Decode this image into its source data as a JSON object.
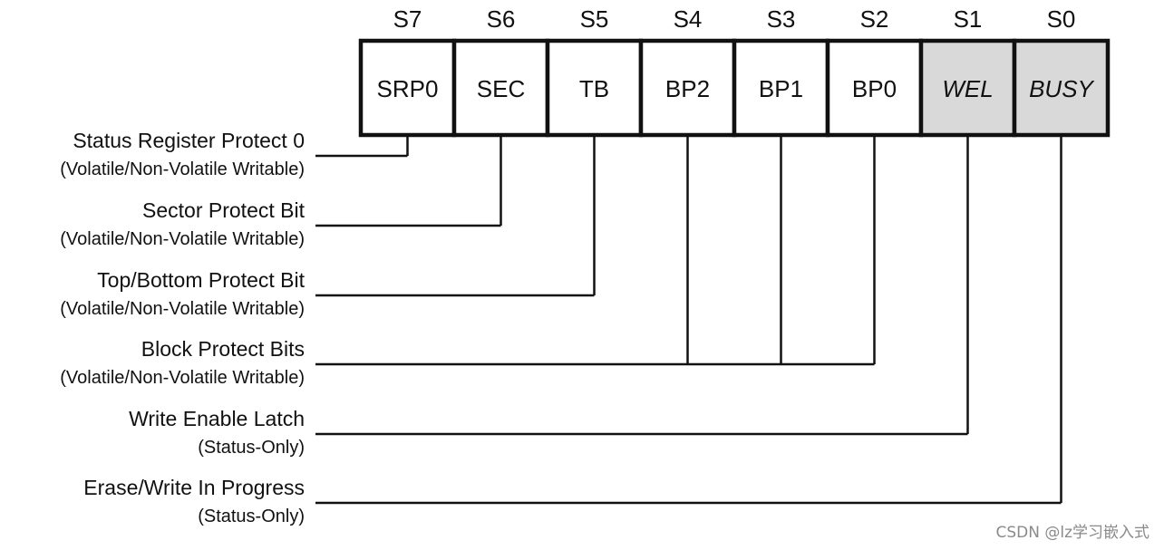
{
  "register": {
    "bits": [
      {
        "header": "S7",
        "name": "SRP0",
        "status_only": false
      },
      {
        "header": "S6",
        "name": "SEC",
        "status_only": false
      },
      {
        "header": "S5",
        "name": "TB",
        "status_only": false
      },
      {
        "header": "S4",
        "name": "BP2",
        "status_only": false
      },
      {
        "header": "S3",
        "name": "BP1",
        "status_only": false
      },
      {
        "header": "S2",
        "name": "BP0",
        "status_only": false
      },
      {
        "header": "S1",
        "name": "WEL",
        "status_only": true
      },
      {
        "header": "S0",
        "name": "BUSY",
        "status_only": true
      }
    ]
  },
  "descriptions": [
    {
      "title": "Status Register Protect 0",
      "subtitle": "(Volatile/Non-Volatile Writable)",
      "bits": [
        "S7"
      ]
    },
    {
      "title": "Sector Protect Bit",
      "subtitle": "(Volatile/Non-Volatile Writable)",
      "bits": [
        "S6"
      ]
    },
    {
      "title": "Top/Bottom Protect Bit",
      "subtitle": "(Volatile/Non-Volatile Writable)",
      "bits": [
        "S5"
      ]
    },
    {
      "title": "Block Protect Bits",
      "subtitle": "(Volatile/Non-Volatile Writable)",
      "bits": [
        "S4",
        "S3",
        "S2"
      ]
    },
    {
      "title": "Write Enable Latch",
      "subtitle": "(Status-Only)",
      "bits": [
        "S1"
      ]
    },
    {
      "title": "Erase/Write In Progress",
      "subtitle": "(Status-Only)",
      "bits": [
        "S0"
      ]
    }
  ],
  "watermark": "CSDN @lz学习嵌入式",
  "colors": {
    "line": "#111111",
    "cell_fill": "#ffffff",
    "status_only_fill": "#d9d9d9",
    "watermark": "#8a8a8a"
  }
}
